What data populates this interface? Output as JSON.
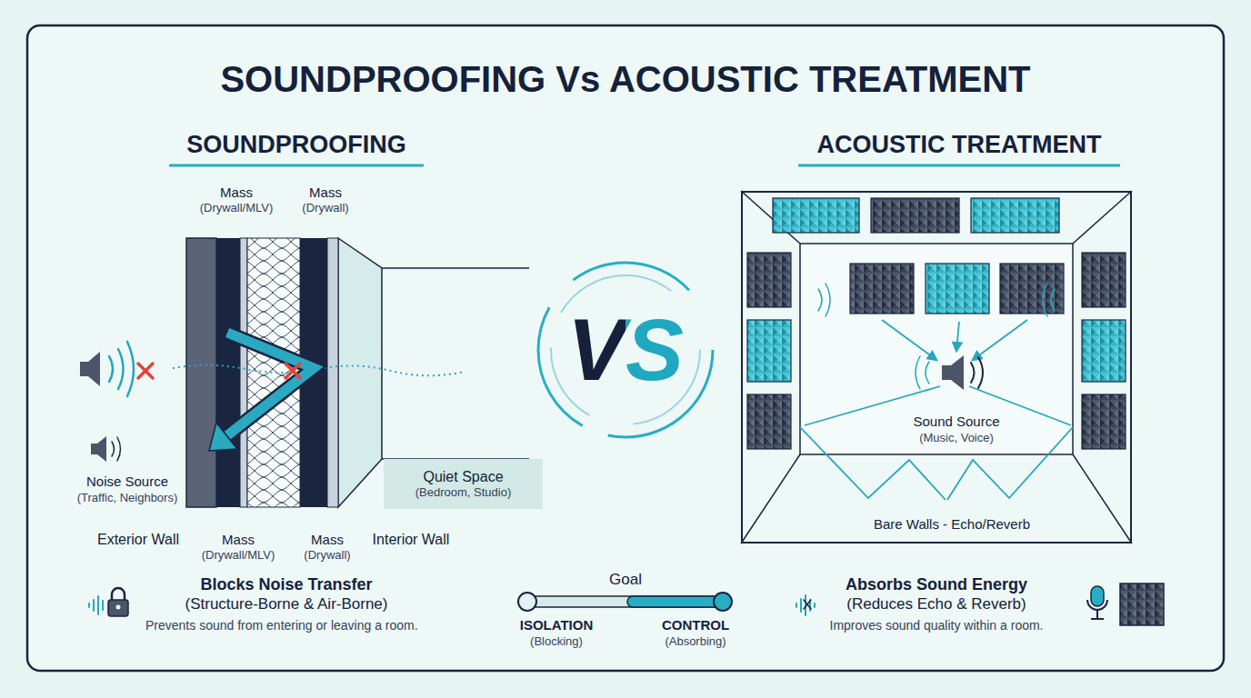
{
  "diagram": {
    "title": "SOUNDPROOFING Vs ACOUSTIC TREATMENT",
    "nodes": [
      {
        "text": [
          "Quiet Space",
          "(Bedroom, Studio)"
        ]
      },
      {
        "text": [
          "Sound Source",
          "(Music, Voice)",
          "Bare Walls - Echo/Reverb"
        ]
      }
    ],
    "labels": [
      "SOUNDPROOFING",
      "ACOUSTIC TREATMENT",
      "Mass",
      "(Drywall/MLV)",
      "Mass",
      "(Drywall)",
      "Noise Source",
      "(Traffic, Neighbors)",
      "Exterior Wall",
      "Mass",
      "(Drywall/MLV)",
      "Mass",
      "(Drywall)",
      "Interior Wall",
      "VS",
      "Blocks Noise Transfer",
      "(Structure-Borne & Air-Borne)",
      "Prevents sound from entering or leaving a room.",
      "Goal",
      "ISOLATION",
      "(Blocking)",
      "CONTROL",
      "(Absorbing)",
      "Absorbs Sound Energy",
      "(Reduces Echo & Reverb)",
      "Improves sound quality within a room."
    ]
  }
}
